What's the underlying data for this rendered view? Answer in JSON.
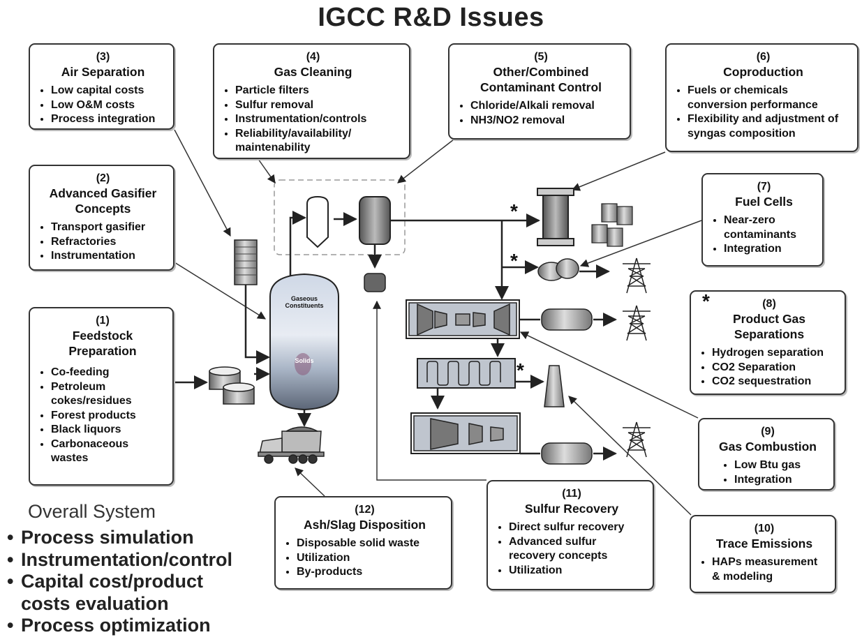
{
  "title": "IGCC R&D Issues",
  "boxes": {
    "air_separation": {
      "num": "(3)",
      "heading": [
        "Air Separation"
      ],
      "items": [
        "Low capital costs",
        "Low O&M costs",
        "Process integration"
      ]
    },
    "gas_cleaning": {
      "num": "(4)",
      "heading": [
        "Gas Cleaning"
      ],
      "items": [
        "Particle filters",
        "Sulfur removal",
        "Instrumentation/controls",
        "Reliability/availability/ maintenability"
      ]
    },
    "contaminant_control": {
      "num": "(5)",
      "heading": [
        "Other/Combined",
        "Contaminant Control"
      ],
      "items": [
        "Chloride/Alkali removal",
        "NH3/NO2 removal"
      ]
    },
    "coproduction": {
      "num": "(6)",
      "heading": [
        "Coproduction"
      ],
      "items": [
        "Fuels or chemicals conversion performance",
        "Flexibility and adjustment of syngas composition"
      ]
    },
    "gasifier": {
      "num": "(2)",
      "heading": [
        "Advanced Gasifier",
        "Concepts"
      ],
      "items": [
        "Transport gasifier",
        "Refractories",
        "Instrumentation"
      ]
    },
    "fuel_cells": {
      "num": "(7)",
      "heading": [
        "Fuel Cells"
      ],
      "items": [
        "Near-zero contaminants",
        "Integration"
      ]
    },
    "feedstock": {
      "num": "(1)",
      "heading": [
        "Feedstock",
        "Preparation"
      ],
      "items": [
        "Co-feeding",
        "Petroleum cokes/residues",
        "Forest products",
        "Black liquors",
        "Carbonaceous wastes"
      ]
    },
    "product_gas": {
      "num": "(8)",
      "heading": [
        "Product Gas",
        "Separations"
      ],
      "items": [
        "Hydrogen separation",
        "CO2 Separation",
        "CO2 sequestration"
      ]
    },
    "gas_combustion": {
      "num": "(9)",
      "heading": [
        "Gas Combustion"
      ],
      "items": [
        "Low Btu gas",
        "Integration"
      ]
    },
    "ash_slag": {
      "num": "(12)",
      "heading": [
        "Ash/Slag Disposition"
      ],
      "items": [
        "Disposable solid waste",
        "Utilization",
        "By-products"
      ]
    },
    "sulfur_recovery": {
      "num": "(11)",
      "heading": [
        "Sulfur Recovery"
      ],
      "items": [
        "Direct sulfur recovery",
        "Advanced sulfur recovery concepts",
        "Utilization"
      ]
    },
    "trace_emissions": {
      "num": "(10)",
      "heading": [
        "Trace Emissions"
      ],
      "items": [
        "HAPs measurement & modeling"
      ]
    }
  },
  "overall": {
    "heading": "Overall System",
    "items": [
      "Process simulation",
      "Instrumentation/control",
      "Capital cost/product",
      "costs evaluation",
      "Process optimization"
    ]
  },
  "gasifier_labels": {
    "top": "Gaseous Constituents",
    "mid": "Solids"
  },
  "star": "*"
}
